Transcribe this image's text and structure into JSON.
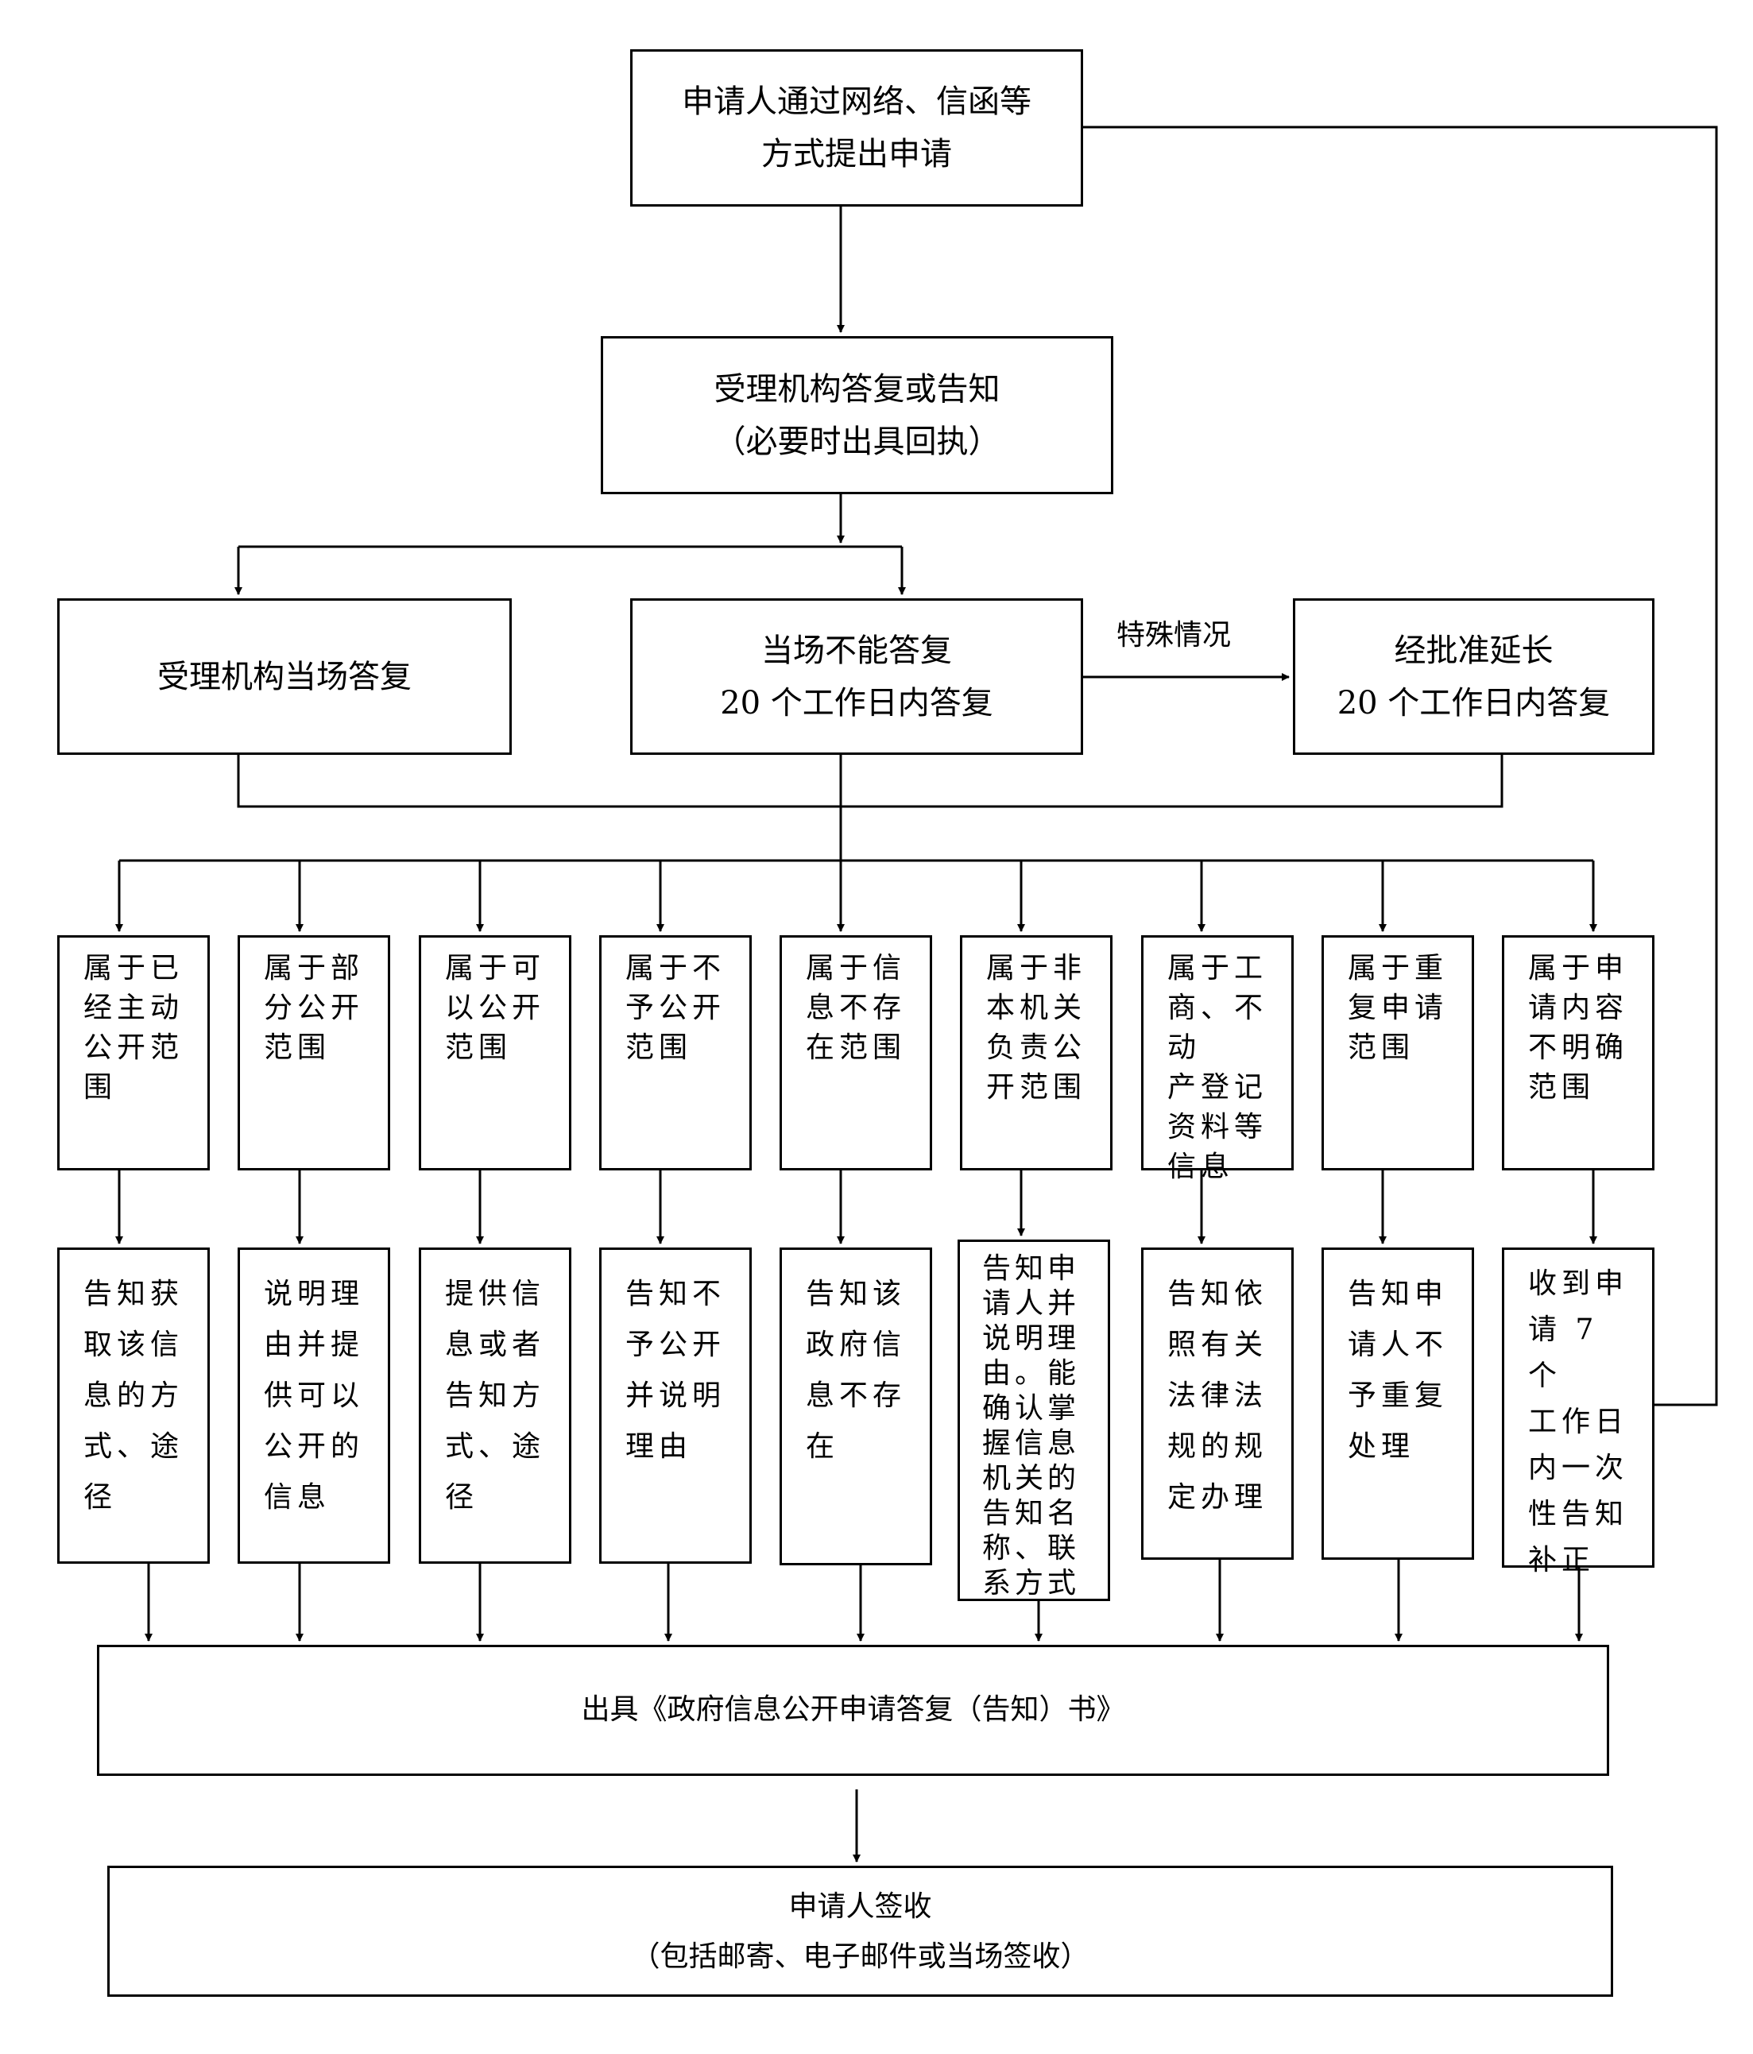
{
  "start": {
    "line1": "申请人通过网络、信函等",
    "line2": "方式提出申请"
  },
  "acceptance": {
    "line1": "受理机构答复或告知",
    "line2": "（必要时出具回执）"
  },
  "immediate": {
    "label": "受理机构当场答复"
  },
  "deferred": {
    "line1": "当场不能答复",
    "line2": "20 个工作日内答复"
  },
  "special_case": {
    "label": "特殊情况"
  },
  "extension": {
    "line1": "经批准延长",
    "line2": "20 个工作日内答复"
  },
  "categories": [
    {
      "label": "属于已\n经主动\n公开范\n围",
      "action": "告知获\n取该信\n息的方\n式、途径"
    },
    {
      "label": "属于部\n分公开\n范围",
      "action": "说明理\n由并提\n供可以\n公开的\n信息"
    },
    {
      "label": "属于可\n以公开\n范围",
      "action": "提供信\n息或者\n告知方\n式、途径"
    },
    {
      "label": "属于不\n予公开\n范围",
      "action": "告知不\n予公开\n并说明\n理由"
    },
    {
      "label": "属于信\n息不存\n在范围",
      "action": "告知该\n政府信\n息不存\n在"
    },
    {
      "label": "属于非\n本机关\n负责公\n开范围",
      "action": "告知申\n请人并\n说明理\n由。能\n确认掌\n握信息\n机关的\n告知名\n称、联\n系方式"
    },
    {
      "label": "属于工\n商、不动\n产登记\n资料等\n信息",
      "action": "告知依\n照有关\n法律法\n规的规\n定办理"
    },
    {
      "label": "属于重\n复申请\n范围",
      "action": "告知申\n请人不\n予重复\n处理"
    },
    {
      "label": "属于申\n请内容\n不明确\n范围",
      "action": "收到申\n请 7 个\n工作日\n内一次\n性告知\n补正"
    }
  ],
  "issue": {
    "label": "出具《政府信息公开申请答复（告知）书》"
  },
  "sign": {
    "line1": "申请人签收",
    "line2": "（包括邮寄、电子邮件或当场签收）"
  }
}
